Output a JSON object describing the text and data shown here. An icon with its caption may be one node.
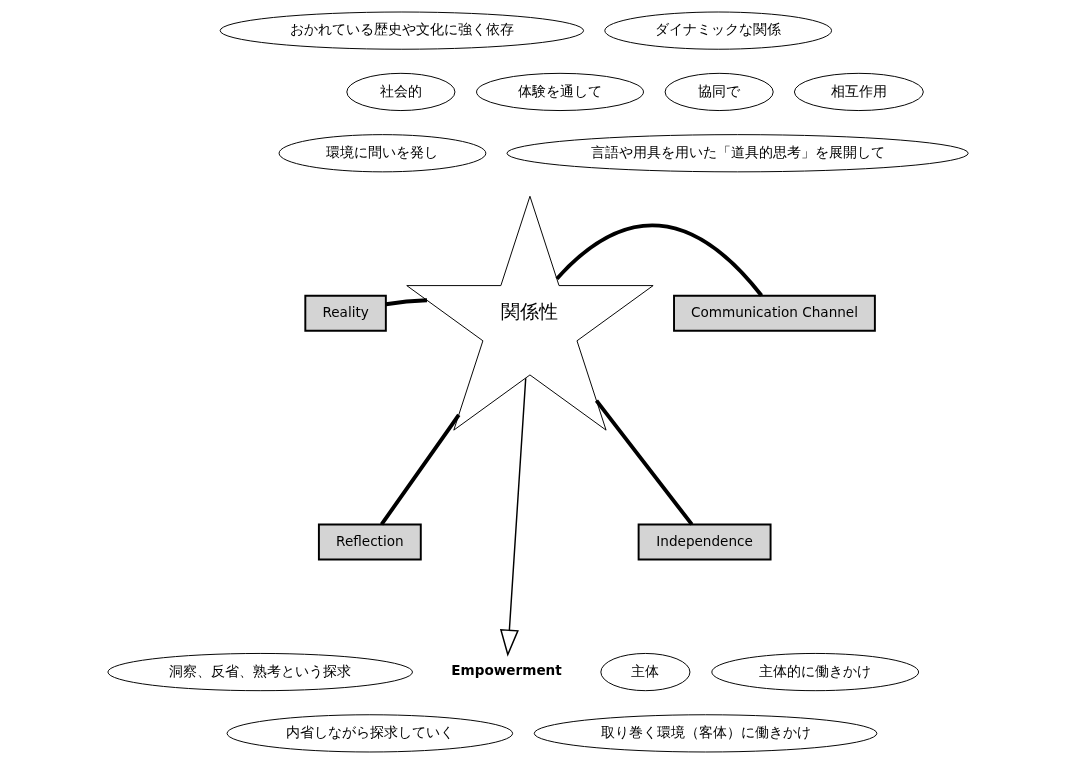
{
  "diagram": {
    "nodes": [
      {
        "text": [
          "おかれている歴史や文化に強く依存"
        ]
      },
      {
        "text": [
          "ダイナミックな関係"
        ]
      },
      {
        "text": [
          "社会的"
        ]
      },
      {
        "text": [
          "体験を通して"
        ]
      },
      {
        "text": [
          "協同で"
        ]
      },
      {
        "text": [
          "相互作用"
        ]
      },
      {
        "text": [
          "環境に問いを発し"
        ]
      },
      {
        "text": [
          "言語や用具を用いた「道具的思考」を展開して"
        ]
      },
      {
        "text": [
          "Reality"
        ]
      },
      {
        "text": [
          "関係性"
        ]
      },
      {
        "text": [
          "Communication Channel"
        ]
      },
      {
        "text": [
          "Reflection"
        ]
      },
      {
        "text": [
          "Independence"
        ]
      },
      {
        "text": [
          "洞察、反省、熟考という探求"
        ]
      },
      {
        "text": [
          "主体"
        ]
      },
      {
        "text": [
          "主体的に働きかけ"
        ]
      },
      {
        "text": [
          "Empowerment"
        ]
      },
      {
        "text": [
          "内省しながら探求していく"
        ]
      },
      {
        "text": [
          "取り巻く環境（客体）に働きかけ"
        ]
      }
    ],
    "edges": [
      {
        "from": 8,
        "to": 9,
        "arrow": "none"
      },
      {
        "from": 9,
        "to": 10,
        "arrow": "none"
      },
      {
        "from": 11,
        "to": 9,
        "arrow": "none"
      },
      {
        "from": 9,
        "to": 12,
        "arrow": "none"
      },
      {
        "from": 9,
        "to": 16,
        "arrow": "to"
      }
    ]
  }
}
